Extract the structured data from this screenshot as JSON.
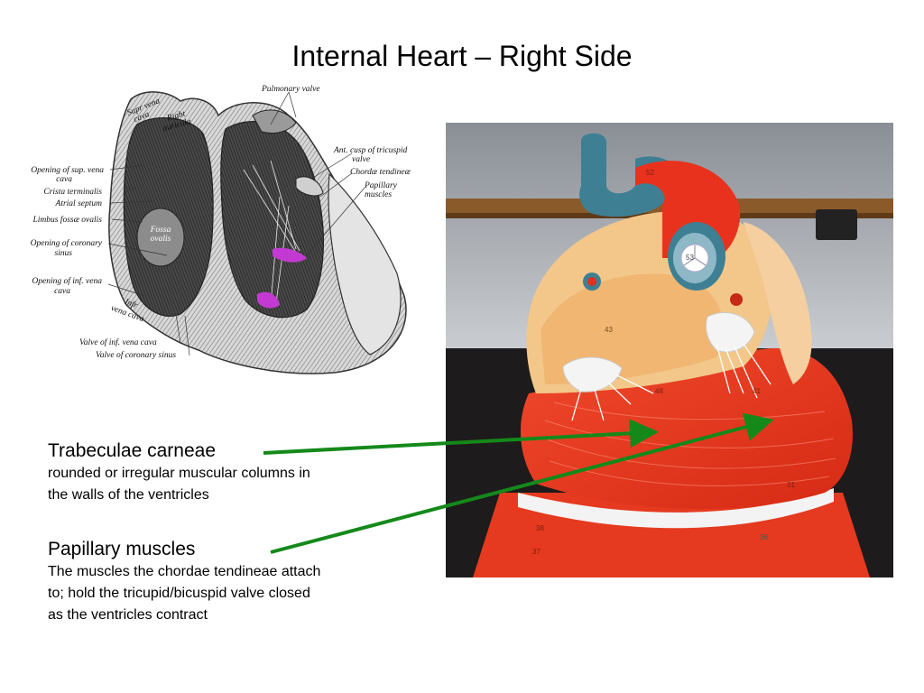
{
  "title": "Internal Heart – Right Side",
  "diagram": {
    "labels": {
      "pulmonary_valve": "Pulmonary valve",
      "supr_vena_cava_1": "Supr vena",
      "supr_vena_cava_2": "cava",
      "right_auricula_1": "Right",
      "right_auricula_2": "auricula",
      "opening_sup_vena_1": "Opening of sup. vena",
      "opening_sup_vena_2": "cava",
      "crista_terminalis": "Crista terminalis",
      "atrial_septum": "Atrial septum",
      "limbus_fossae_ovalis": "Limbus fossæ ovalis",
      "fossa_ovalis_1": "Fossa",
      "fossa_ovalis_2": "ovalis",
      "opening_coronary_sinus_1": "Opening of coronary",
      "opening_coronary_sinus_2": "sinus",
      "opening_inf_vena_1": "Opening of inf. vena",
      "opening_inf_vena_2": "cava",
      "infr_vena_cava_1": "Infr",
      "infr_vena_cava_2": "vena cava",
      "ant_cusp_1": "Ant. cusp of tricuspid",
      "ant_cusp_2": "valve",
      "chordae_tendineae": "Chordæ tendineæ",
      "papillary_muscles_1": "Papillary",
      "papillary_muscles_2": "muscles",
      "valve_inf_vena_cava": "Valve of inf. vena cava",
      "valve_coronary_sinus": "Valve of coronary sinus"
    }
  },
  "model": {
    "numbers": [
      "52",
      "53",
      "43",
      "48",
      "41",
      "31",
      "38",
      "36",
      "37"
    ]
  },
  "terms": [
    {
      "title": "Trabeculae carneae",
      "desc_lines": [
        "rounded or irregular muscular columns in",
        "the walls of the ventricles"
      ]
    },
    {
      "title": "Papillary muscles",
      "desc_lines": [
        "The muscles the chordae tendineae attach",
        "to; hold the tricupid/bicuspid valve closed",
        "as the ventricles contract"
      ]
    }
  ],
  "colors": {
    "arrow": "#14891a",
    "highlight": "#c23ad1",
    "muscle": "#e8321e",
    "vessel": "#3e7f94"
  }
}
